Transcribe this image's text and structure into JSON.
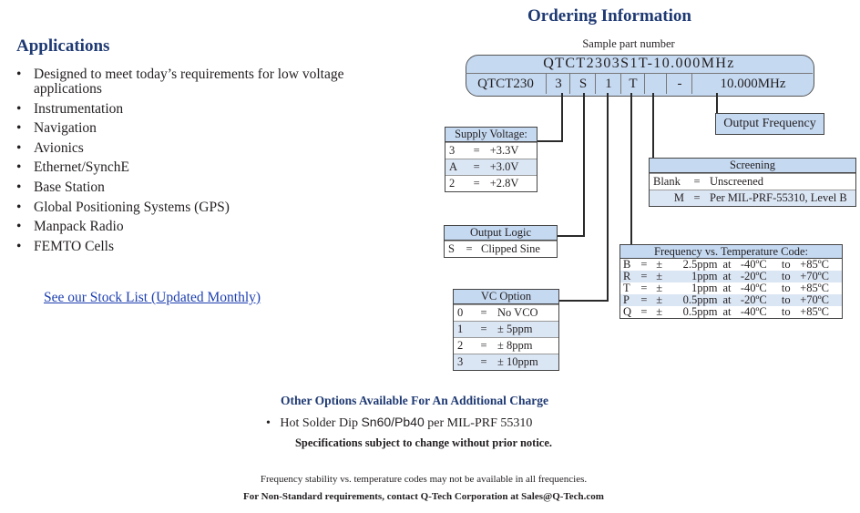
{
  "applications": {
    "title": "Applications",
    "items": [
      "Designed to meet today’s requirements for low voltage applications",
      "Instrumentation",
      "Navigation",
      "Avionics",
      "Ethernet/SynchE",
      "Base Station",
      "Global Positioning Systems (GPS)",
      "Manpack Radio",
      "FEMTO Cells"
    ],
    "stock_link": "See our Stock List (Updated Monthly)"
  },
  "ordering": {
    "title": "Ordering Information",
    "sample_label": "Sample part number",
    "full_part_number": "QTCT2303S1T-10.000MHz",
    "segments": [
      "QTCT230",
      "3",
      "S",
      "1",
      "T",
      "-",
      "10.000MHz"
    ],
    "output_frequency": "Output Frequency",
    "supply_voltage": {
      "title": "Supply Voltage:",
      "rows": [
        {
          "code": "3",
          "eq": "=",
          "value": "+3.3V"
        },
        {
          "code": "A",
          "eq": "=",
          "value": "+3.0V"
        },
        {
          "code": "2",
          "eq": "=",
          "value": "+2.8V"
        }
      ]
    },
    "screening": {
      "title": "Screening",
      "rows": [
        {
          "code": "Blank",
          "eq": "=",
          "value": "Unscreened"
        },
        {
          "code": "M",
          "eq": "=",
          "value": "Per MIL-PRF-55310, Level B"
        }
      ]
    },
    "output_logic": {
      "title": "Output Logic",
      "rows": [
        {
          "code": "S",
          "eq": "=",
          "value": "Clipped Sine"
        }
      ]
    },
    "freq_temp": {
      "title": "Frequency vs. Temperature Code:",
      "rows": [
        {
          "code": "B",
          "eq": "=",
          "pm": "±",
          "ppm": "2.5ppm",
          "at": "at",
          "low": "-40ºC",
          "to": "to",
          "high": "+85ºC"
        },
        {
          "code": "R",
          "eq": "=",
          "pm": "±",
          "ppm": "1ppm",
          "at": "at",
          "low": "-20ºC",
          "to": "to",
          "high": "+70ºC"
        },
        {
          "code": "T",
          "eq": "=",
          "pm": "±",
          "ppm": "1ppm",
          "at": "at",
          "low": "-40ºC",
          "to": "to",
          "high": "+85ºC"
        },
        {
          "code": "P",
          "eq": "=",
          "pm": "±",
          "ppm": "0.5ppm",
          "at": "at",
          "low": "-20ºC",
          "to": "to",
          "high": "+70ºC"
        },
        {
          "code": "Q",
          "eq": "=",
          "pm": "±",
          "ppm": "0.5ppm",
          "at": "at",
          "low": "-40ºC",
          "to": "to",
          "high": "+85ºC"
        }
      ]
    },
    "vc_option": {
      "title": "VC Option",
      "rows": [
        {
          "code": "0",
          "eq": "=",
          "value": "No VCO"
        },
        {
          "code": "1",
          "eq": "=",
          "value": "± 5ppm"
        },
        {
          "code": "2",
          "eq": "=",
          "value": "± 8ppm"
        },
        {
          "code": "3",
          "eq": "=",
          "value": "± 10ppm"
        }
      ]
    }
  },
  "other_options": {
    "title": "Other Options Available For An Additional Charge",
    "item_prefix": "Hot Solder Dip ",
    "item_highlight": "Sn60/Pb40",
    "item_suffix": " per MIL-PRF 55310",
    "spec_note": "Specifications subject to change without prior notice."
  },
  "footer": {
    "stability_note": "Frequency stability vs. temperature codes may not be available in all frequencies.",
    "contact_note": "For Non-Standard requirements, contact Q-Tech Corporation at Sales@Q-Tech.com"
  }
}
